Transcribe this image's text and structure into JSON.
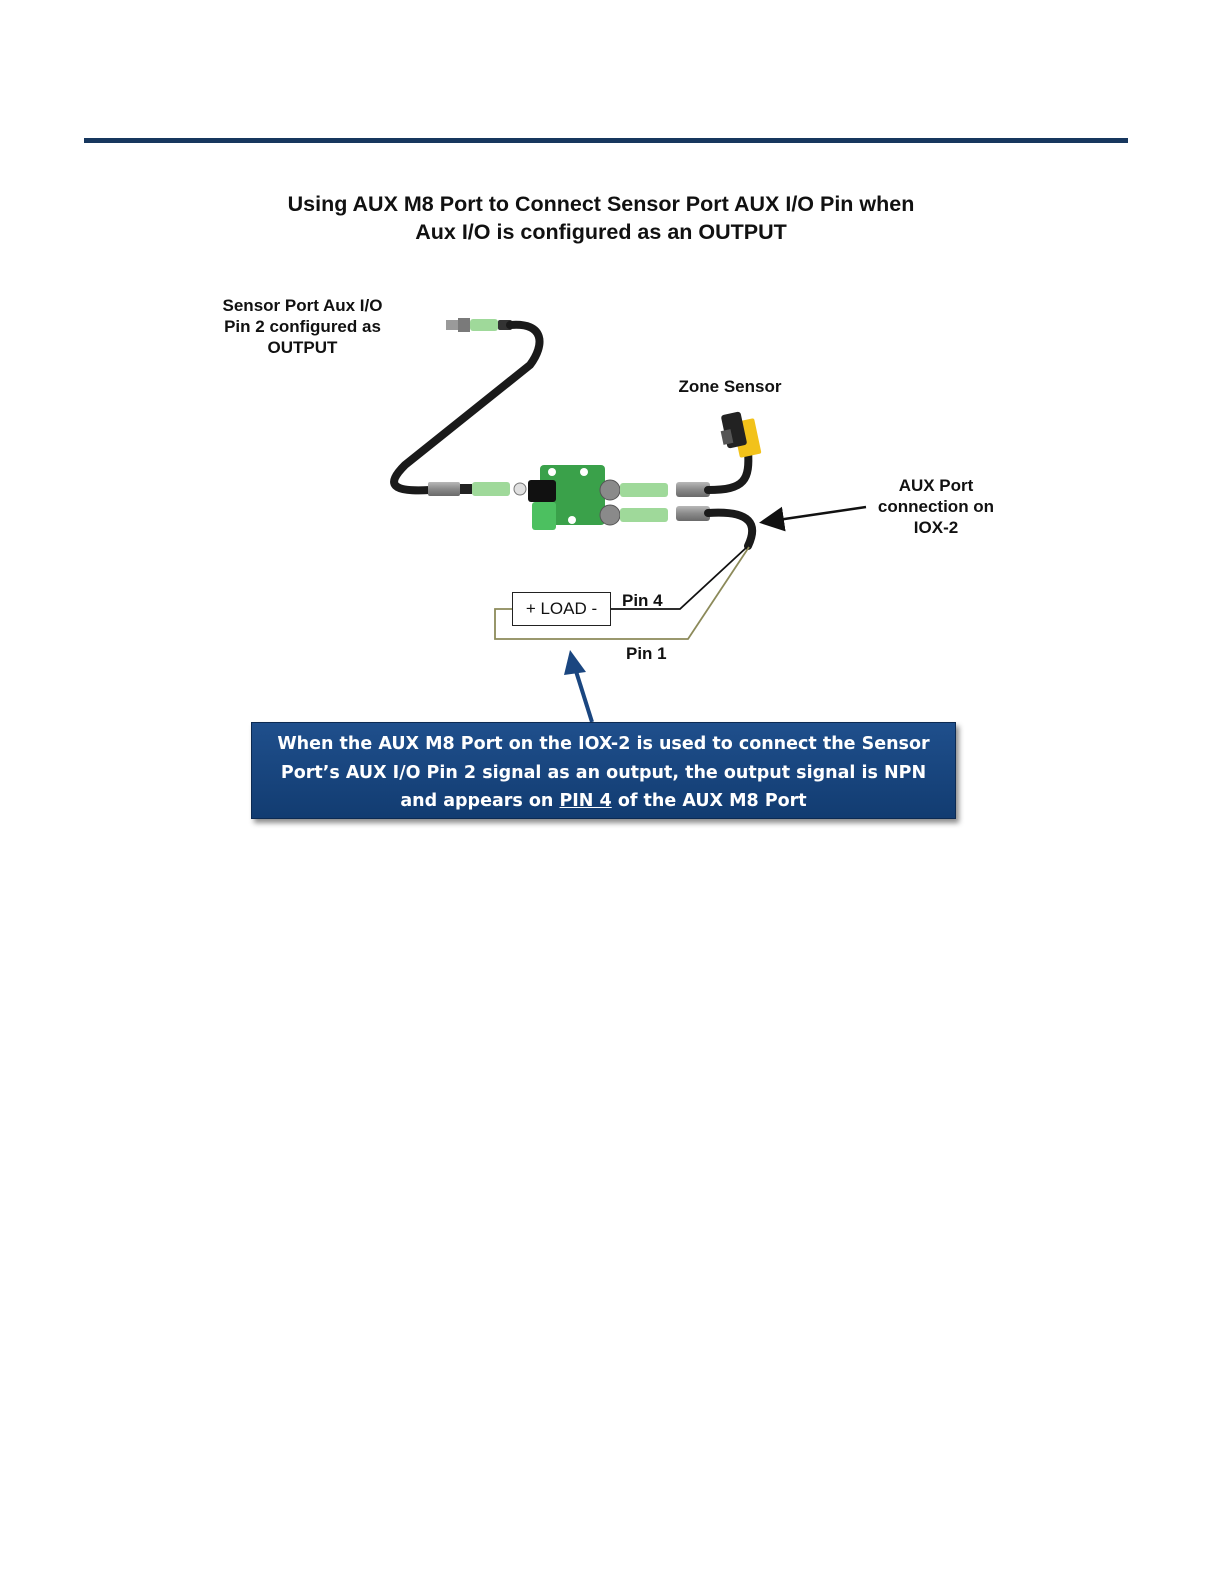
{
  "title": {
    "line1": "Using AUX M8 Port to Connect Sensor Port AUX I/O Pin when",
    "line2": "Aux I/O is configured as an OUTPUT"
  },
  "labels": {
    "sensor_port": {
      "line1": "Sensor Port Aux I/O",
      "line2": "Pin 2 configured as",
      "line3": "OUTPUT"
    },
    "zone_sensor": "Zone Sensor",
    "aux_port": {
      "line1": "AUX Port",
      "line2": "connection on",
      "line3": "IOX-2"
    },
    "pin4": "Pin 4",
    "pin1": "Pin 1",
    "load": "+ LOAD -"
  },
  "callout": {
    "line1": "When the AUX M8 Port on the IOX-2 is used to connect the Sensor",
    "line2": "Port’s AUX I/O Pin 2 signal as an output,  the output signal is NPN",
    "line3_prefix": "and appears  on ",
    "line3_underlined": "PIN 4",
    "line3_suffix": " of the AUX M8 Port"
  },
  "colors": {
    "rule": "#17375e",
    "callout_bg": "#1a4680",
    "connector_green": "#9fd99a",
    "board_green": "#3aa14a",
    "sensor_yellow": "#f2c21a",
    "cable": "#1a1a1a",
    "pin1_wire": "#8c8a5a"
  }
}
